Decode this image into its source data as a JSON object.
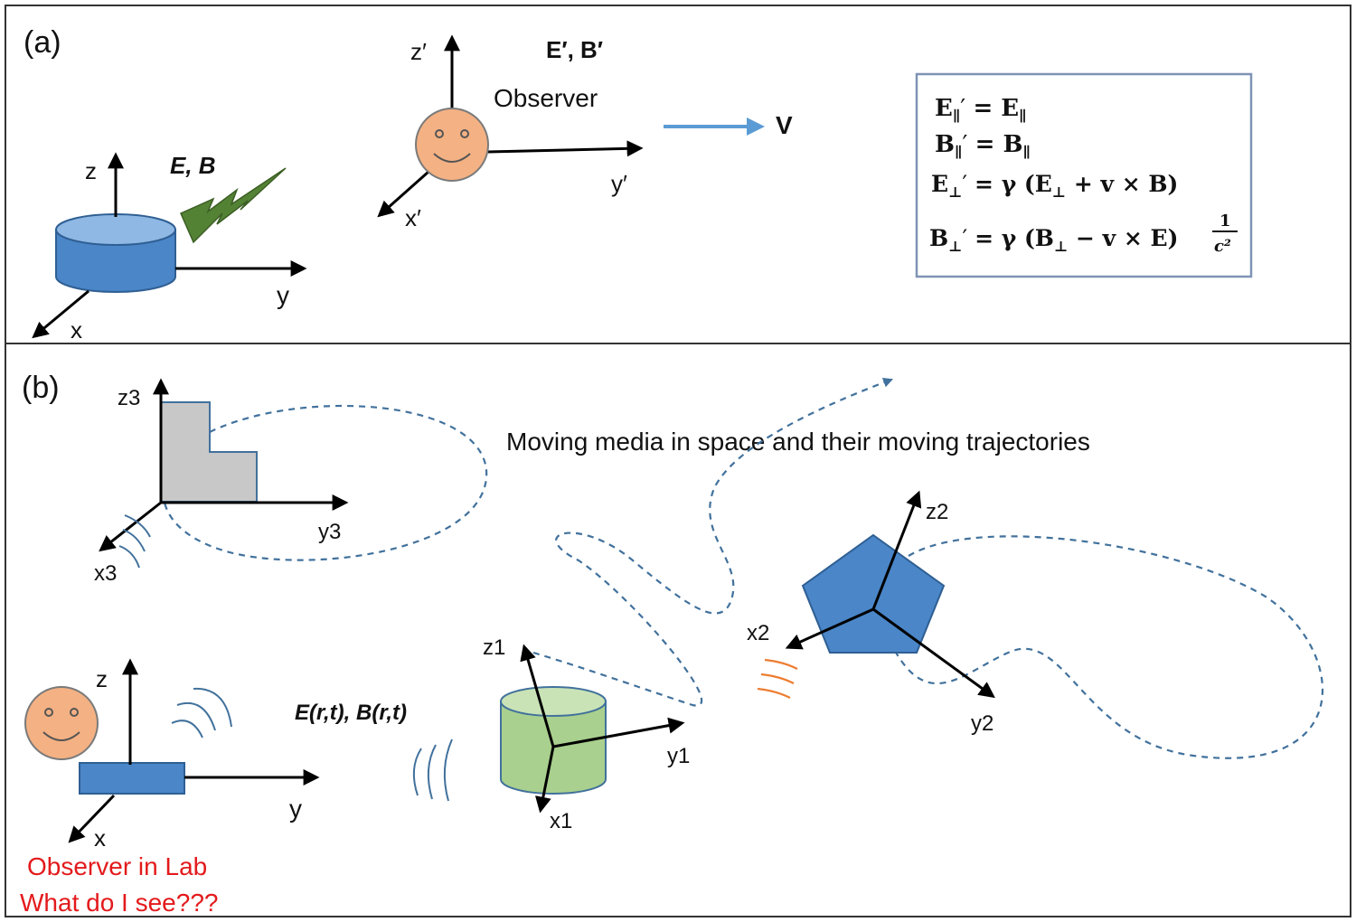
{
  "panel_a": {
    "tag": "(a)",
    "source_axes": {
      "z": "z",
      "y": "y",
      "x": "x"
    },
    "source_field": "E, B",
    "observer_axes": {
      "z": "z′",
      "y": "y′",
      "x": "x′"
    },
    "observer_field": "E′, B′",
    "observer_label": "Observer",
    "velocity_label": "V",
    "equations": [
      {
        "lhs_main": "E",
        "lhs_sub": "∥",
        "rhs": "= E",
        "rhs_sub": "∥",
        "tail": ""
      },
      {
        "lhs_main": "B",
        "lhs_sub": "∥",
        "rhs": "= B",
        "rhs_sub": "∥",
        "tail": ""
      },
      {
        "lhs_main": "E",
        "lhs_sub": "⊥",
        "rhs": "= γ (E",
        "rhs_sub": "⊥",
        "tail": " + v × B)"
      },
      {
        "lhs_main": "B",
        "lhs_sub": "⊥",
        "rhs": "= γ (B",
        "rhs_sub": "⊥",
        "tail": " − v × E)"
      }
    ],
    "fraction": {
      "num": "1",
      "den": "c²"
    }
  },
  "panel_b": {
    "tag": "(b)",
    "title": "Moving media in space and their moving trajectories",
    "lab_axes": {
      "z": "z",
      "y": "y",
      "x": "x"
    },
    "lab_field": "E(r,t), B(r,t)",
    "lab_caption_line1": "Observer in Lab",
    "lab_caption_line2": "What do I see???",
    "medium1_axes": {
      "z": "z1",
      "y": "y1",
      "x": "x1"
    },
    "medium2_axes": {
      "z": "z2",
      "y": "y2",
      "x": "x2"
    },
    "medium3_axes": {
      "z": "z3",
      "y": "y3",
      "x": "x3"
    }
  },
  "colors": {
    "blue_medium": "#4a86c8",
    "green_medium": "#a9d08e",
    "gray_medium": "#c8c8c8",
    "face": "#f4b183",
    "lightning": "#548235",
    "trajectory": "#41719c",
    "arrow_v": "#5b9bd5",
    "orange_wave": "#ed7d31",
    "caption_red": "#e31a1c",
    "box_border": "#7f93b5"
  }
}
